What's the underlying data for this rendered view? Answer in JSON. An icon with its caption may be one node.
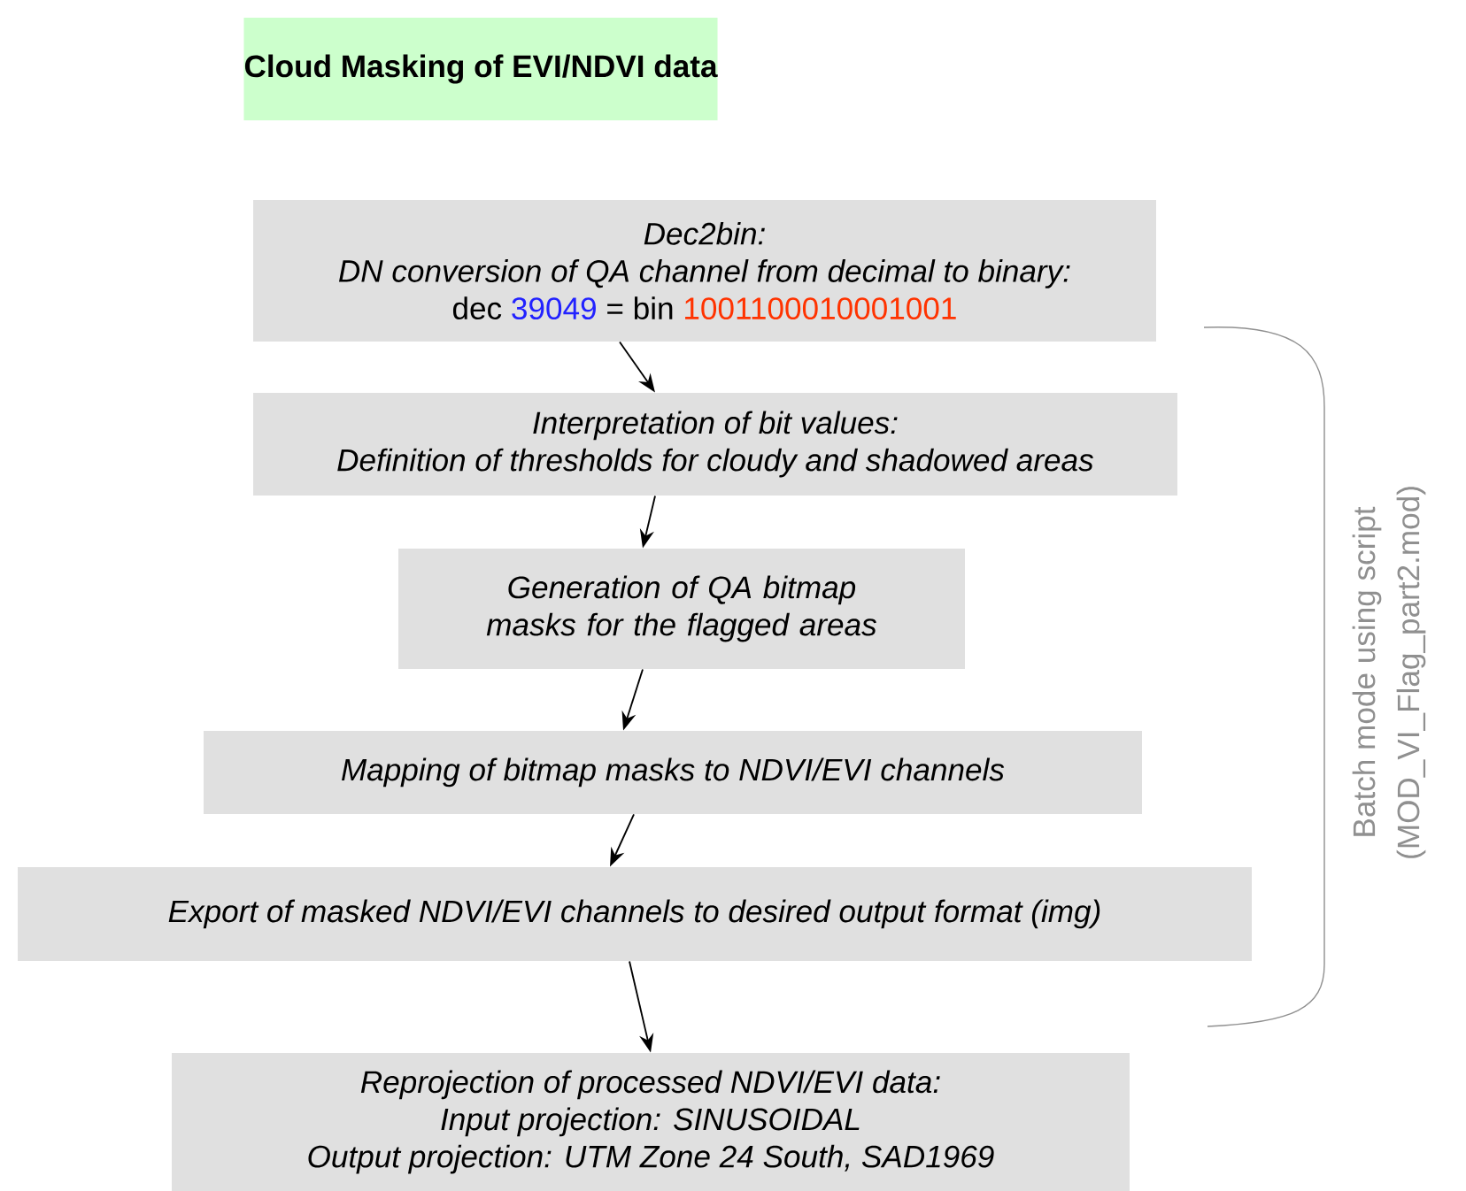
{
  "diagram": {
    "title": "Cloud Masking of EVI/NDVI data",
    "nodes": [
      {
        "text": [
          "Dec2bin:",
          "DN conversion of QA channel from decimal to binary:",
          "dec",
          "39049",
          "=  bin",
          "1001100010001001"
        ]
      },
      {
        "text": [
          "Interpretation of bit values:",
          "Definition of thresholds for cloudy and shadowed areas"
        ]
      },
      {
        "text": [
          "Generation of QA bitmap masks for the flagged areas"
        ]
      },
      {
        "text": [
          "Mapping of bitmap masks to NDVI/EVI channels"
        ]
      },
      {
        "text": [
          "Export of masked NDVI/EVI channels to desired output format (img)"
        ]
      },
      {
        "text": [
          "Reprojection of processed NDVI/EVI data:",
          "Input projection: SINUSOIDAL",
          "Output projection: UTM Zone 24 South, SAD1969"
        ]
      }
    ],
    "edges": [
      {
        "from": 0,
        "to": 1,
        "arrow": "to"
      },
      {
        "from": 1,
        "to": 2,
        "arrow": "to"
      },
      {
        "from": 2,
        "to": 3,
        "arrow": "to"
      },
      {
        "from": 3,
        "to": 4,
        "arrow": "to"
      },
      {
        "from": 4,
        "to": 5,
        "arrow": "to"
      }
    ],
    "labels": [
      "Batch mode using script",
      "(MOD_VI_Flag_part2.mod)"
    ]
  }
}
